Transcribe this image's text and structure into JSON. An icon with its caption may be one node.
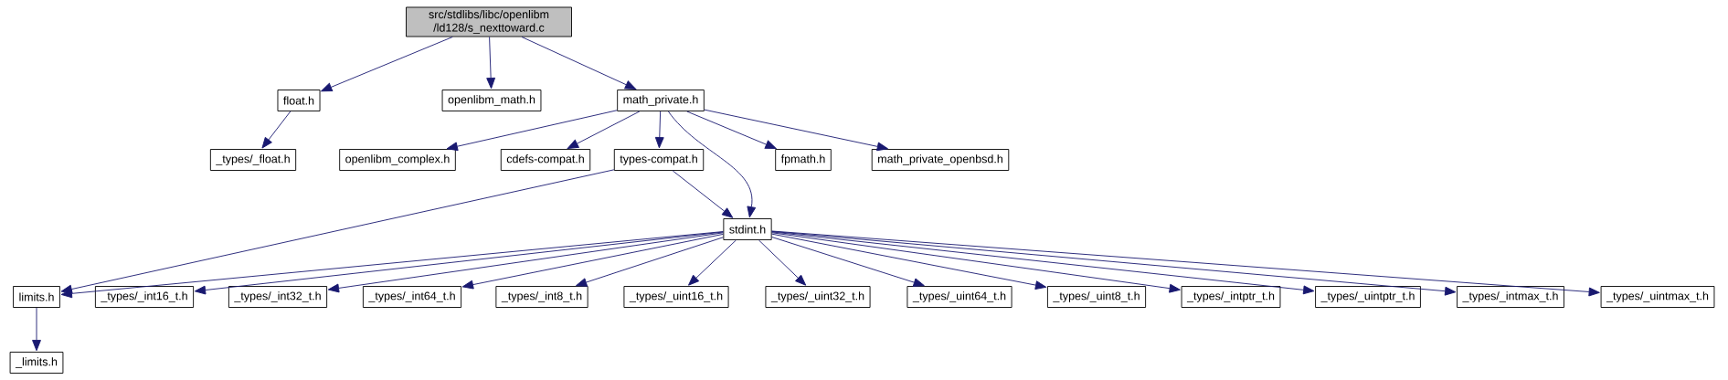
{
  "diagram": {
    "nodes": [
      {
        "text": [
          "src/stdlibs/libc/openlibm /ld128/s_nexttoward.c"
        ]
      },
      {
        "text": [
          "float.h"
        ]
      },
      {
        "text": [
          "openlibm_math.h"
        ]
      },
      {
        "text": [
          "math_private.h"
        ]
      },
      {
        "text": [
          "_types/_float.h"
        ]
      },
      {
        "text": [
          "openlibm_complex.h"
        ]
      },
      {
        "text": [
          "cdefs-compat.h"
        ]
      },
      {
        "text": [
          "types-compat.h"
        ]
      },
      {
        "text": [
          "fpmath.h"
        ]
      },
      {
        "text": [
          "math_private_openbsd.h"
        ]
      },
      {
        "text": [
          "stdint.h"
        ]
      },
      {
        "text": [
          "limits.h"
        ]
      },
      {
        "text": [
          "_types/_int16_t.h"
        ]
      },
      {
        "text": [
          "_types/_int32_t.h"
        ]
      },
      {
        "text": [
          "_types/_int64_t.h"
        ]
      },
      {
        "text": [
          "_types/_int8_t.h"
        ]
      },
      {
        "text": [
          "_types/_uint16_t.h"
        ]
      },
      {
        "text": [
          "_types/_uint32_t.h"
        ]
      },
      {
        "text": [
          "_types/_uint64_t.h"
        ]
      },
      {
        "text": [
          "_types/_uint8_t.h"
        ]
      },
      {
        "text": [
          "_types/_intptr_t.h"
        ]
      },
      {
        "text": [
          "_types/_uintptr_t.h"
        ]
      },
      {
        "text": [
          "_types/_intmax_t.h"
        ]
      },
      {
        "text": [
          "_types/_uintmax_t.h"
        ]
      },
      {
        "text": [
          "_limits.h"
        ]
      }
    ],
    "edges": [
      {
        "from": 0,
        "to": 1,
        "arrow": "to"
      },
      {
        "from": 0,
        "to": 2,
        "arrow": "to"
      },
      {
        "from": 0,
        "to": 3,
        "arrow": "to"
      },
      {
        "from": 1,
        "to": 4,
        "arrow": "to"
      },
      {
        "from": 3,
        "to": 5,
        "arrow": "to"
      },
      {
        "from": 3,
        "to": 6,
        "arrow": "to"
      },
      {
        "from": 3,
        "to": 7,
        "arrow": "to"
      },
      {
        "from": 3,
        "to": 10,
        "arrow": "to"
      },
      {
        "from": 3,
        "to": 8,
        "arrow": "to"
      },
      {
        "from": 3,
        "to": 9,
        "arrow": "to"
      },
      {
        "from": 7,
        "to": 11,
        "arrow": "to"
      },
      {
        "from": 7,
        "to": 10,
        "arrow": "to"
      },
      {
        "from": 10,
        "to": 11,
        "arrow": "to"
      },
      {
        "from": 10,
        "to": 12,
        "arrow": "to"
      },
      {
        "from": 10,
        "to": 13,
        "arrow": "to"
      },
      {
        "from": 10,
        "to": 14,
        "arrow": "to"
      },
      {
        "from": 10,
        "to": 15,
        "arrow": "to"
      },
      {
        "from": 10,
        "to": 16,
        "arrow": "to"
      },
      {
        "from": 10,
        "to": 17,
        "arrow": "to"
      },
      {
        "from": 10,
        "to": 18,
        "arrow": "to"
      },
      {
        "from": 10,
        "to": 19,
        "arrow": "to"
      },
      {
        "from": 10,
        "to": 20,
        "arrow": "to"
      },
      {
        "from": 10,
        "to": 21,
        "arrow": "to"
      },
      {
        "from": 10,
        "to": 22,
        "arrow": "to"
      },
      {
        "from": 10,
        "to": 23,
        "arrow": "to"
      },
      {
        "from": 11,
        "to": 24,
        "arrow": "to"
      }
    ]
  }
}
